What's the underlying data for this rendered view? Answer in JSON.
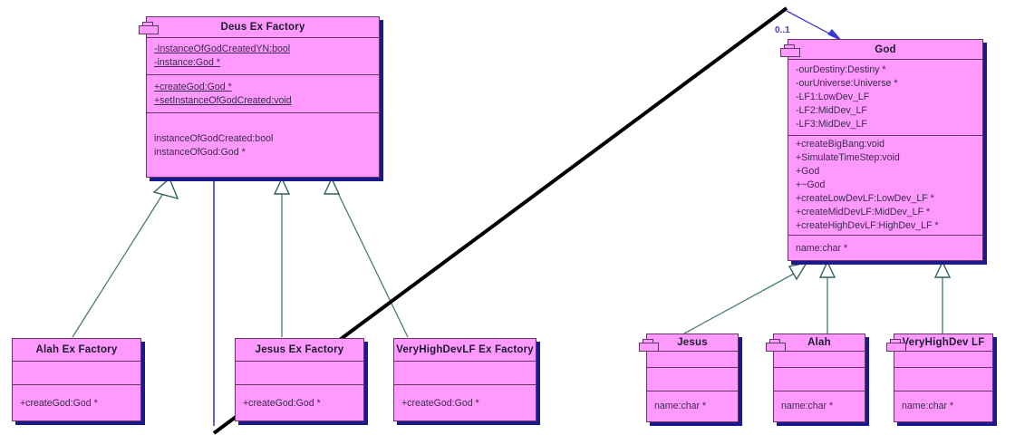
{
  "diagram": {
    "type": "uml-class-diagram",
    "colors": {
      "class_fill": "#ff99ff",
      "class_border": "#663366",
      "shadow": "#1a1a8c",
      "generalization_line": "#4a7a7a",
      "association_line": "#3a3ad0",
      "annotation_line": "#000000",
      "background": "#ffffff"
    }
  },
  "classes": {
    "deus_ex_factory": {
      "name": "Deus Ex Factory",
      "attributes": [
        "-InstanceOfGodCreatedYN:bool",
        "-instance:God *"
      ],
      "operations": [
        "+createGod:God *",
        "+setInstanceOfGodCreated:void"
      ],
      "extra": [
        "instanceOfGodCreated:bool",
        "instanceOfGod:God *"
      ]
    },
    "god": {
      "name": "God",
      "attributes": [
        "-ourDestiny:Destiny *",
        "-ourUniverse:Universe *",
        "-LF1:LowDev_LF",
        "-LF2:MidDev_LF",
        "-LF3:MidDev_LF"
      ],
      "operations": [
        "+createBigBang:void",
        "+SimulateTimeStep:void",
        "+God",
        "+~God",
        "+createLowDevLF:LowDev_LF *",
        "+createMidDevLF:MidDev_LF *",
        "+createHighDevLF:HighDev_LF *"
      ],
      "extra": [
        "name:char *"
      ]
    },
    "alah_ex_factory": {
      "name": "Alah Ex Factory",
      "attributes": [],
      "operations": [
        "+createGod:God *"
      ]
    },
    "jesus_ex_factory": {
      "name": "Jesus Ex Factory",
      "attributes": [],
      "operations": [
        "+createGod:God *"
      ]
    },
    "veryhighdevlf_ex_factory": {
      "name": "VeryHighDevLF Ex Factory",
      "attributes": [],
      "operations": [
        "+createGod:God *"
      ]
    },
    "jesus": {
      "name": "Jesus",
      "attributes": [],
      "operations": [],
      "extra": [
        "name:char *"
      ]
    },
    "alah": {
      "name": "Alah",
      "attributes": [],
      "operations": [],
      "extra": [
        "name:char *"
      ]
    },
    "veryhighdev_lf": {
      "name": "VeryHighDev LF",
      "attributes": [],
      "operations": [],
      "extra": [
        "name:char *"
      ]
    }
  },
  "relationships": {
    "association_multiplicity": "0..1",
    "generalizations": [
      {
        "from": "alah_ex_factory",
        "to": "deus_ex_factory"
      },
      {
        "from": "jesus_ex_factory",
        "to": "deus_ex_factory"
      },
      {
        "from": "veryhighdevlf_ex_factory",
        "to": "deus_ex_factory"
      },
      {
        "from": "jesus",
        "to": "god"
      },
      {
        "from": "alah",
        "to": "god"
      },
      {
        "from": "veryhighdev_lf",
        "to": "god"
      }
    ],
    "associations": [
      {
        "from": "deus_ex_factory",
        "to": "god",
        "label": "0..1"
      }
    ]
  },
  "icons": {
    "class_marker": "class-tab-icon"
  }
}
